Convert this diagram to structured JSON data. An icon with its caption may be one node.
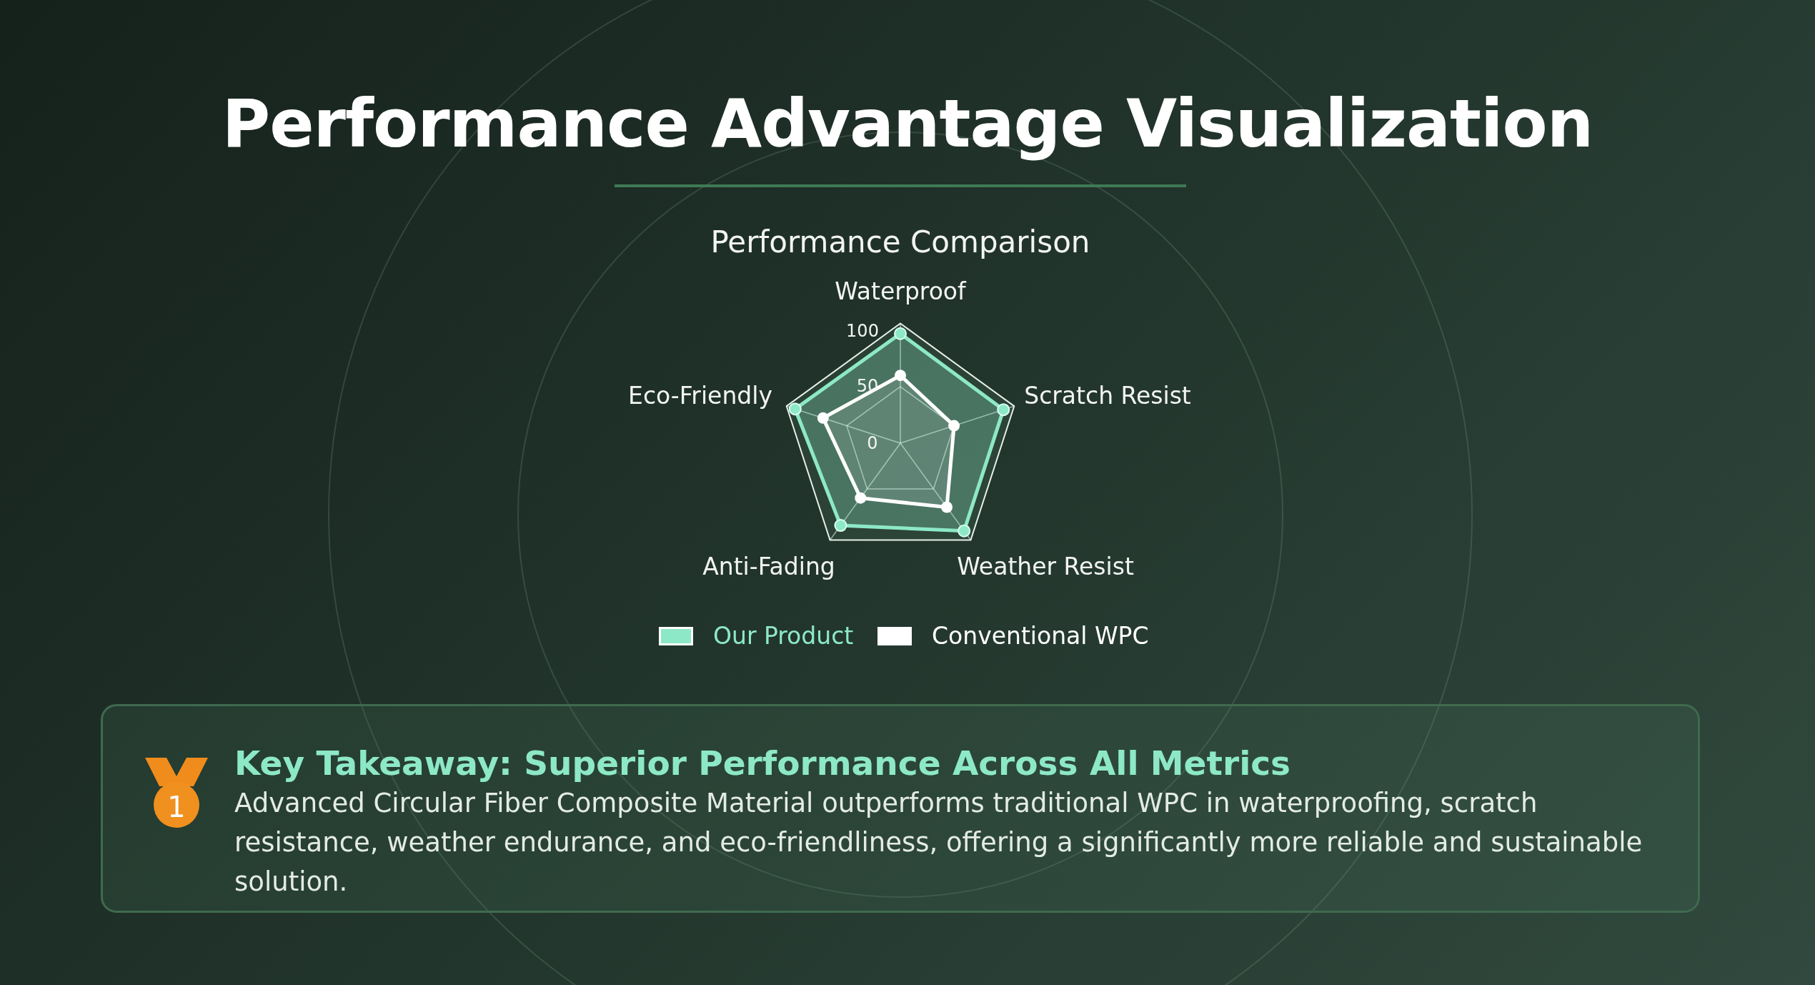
{
  "diagram": {
    "title": "Performance Advantage Visualization",
    "nodes": [
      {
        "text": [
          "Key Takeaway: Superior Performance Across All Metrics",
          "Advanced Circular Fiber Composite Material outperforms traditional WPC in waterproofing, scratch resistance, weather endurance, and eco-friendliness, offering a significantly more reliable and sustainable solution."
        ]
      },
      {
        "text": [
          "1"
        ],
        "in": 0
      }
    ],
    "edges": [],
    "labels": [
      "Performance Comparison",
      "Waterproof",
      "100",
      "Eco-Friendly",
      "Scratch Resist",
      "50",
      "0",
      "Anti-Fading",
      "Weather Resist"
    ],
    "legend": [
      {
        "text": "Our Product",
        "color": "#8de8c8"
      },
      {
        "text": "Conventional WPC",
        "color": "#ffffff"
      }
    ]
  }
}
